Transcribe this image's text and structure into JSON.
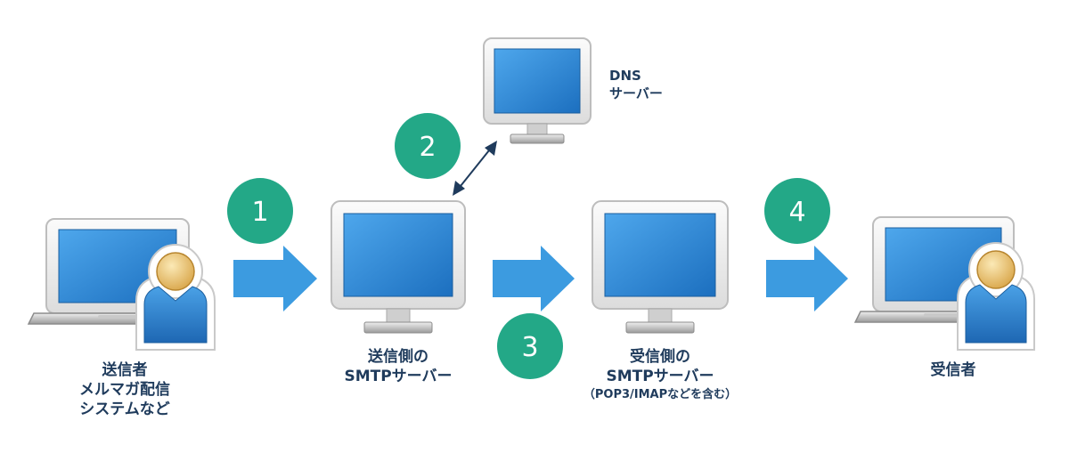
{
  "nodes": {
    "sender": {
      "lines": [
        "送信者",
        "メルマガ配信",
        "システムなど"
      ]
    },
    "sending_smtp": {
      "lines": [
        "送信側の",
        "SMTPサーバー"
      ]
    },
    "dns": {
      "lines": [
        "DNS",
        "サーバー"
      ]
    },
    "receiving_smtp": {
      "lines": [
        "受信側の",
        "SMTPサーバー"
      ],
      "note": "（POP3/IMAPなどを含む）"
    },
    "receiver": {
      "lines": [
        "受信者"
      ]
    }
  },
  "steps": [
    "1",
    "2",
    "3",
    "4"
  ],
  "colors": {
    "screen": "#2f86d4",
    "arrow": "#3c9be0",
    "badge": "#23a887",
    "label": "#1f3b5c",
    "frame": "#f3f3f3",
    "frame_border": "#c4c4c4"
  }
}
